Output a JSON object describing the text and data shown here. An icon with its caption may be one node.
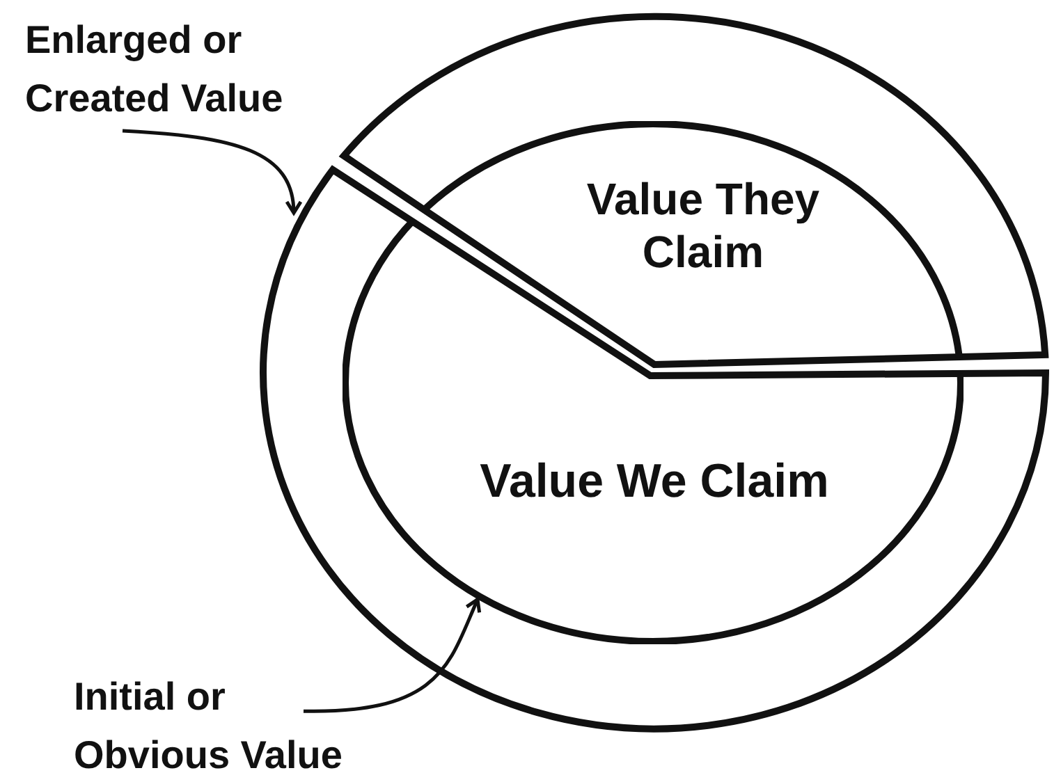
{
  "diagram": {
    "nodes": [
      {
        "text": [
          "Enlarged or Created Value"
        ]
      },
      {
        "text": [],
        "shape": "wedge"
      },
      {
        "text": [],
        "shape": "wedge"
      },
      {
        "text": [],
        "shape": "circle"
      },
      {
        "text": [
          "Value They Claim"
        ]
      },
      {
        "text": [
          "Value We Claim"
        ],
        "in": 3
      },
      {
        "text": [
          "Initial or Obvious Value"
        ]
      }
    ],
    "edges": [
      {
        "from": 0,
        "to": 2,
        "arrow": "to"
      },
      {
        "from": 6,
        "to": 3,
        "arrow": "to"
      }
    ]
  }
}
